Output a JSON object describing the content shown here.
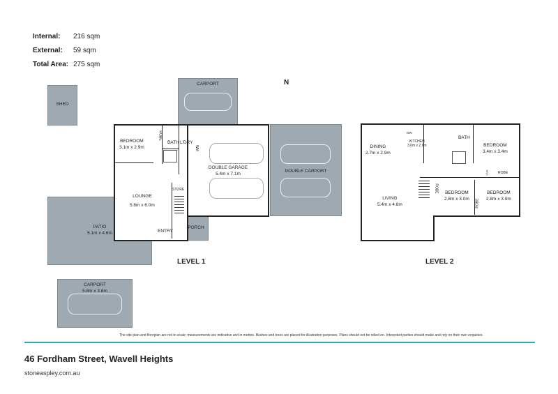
{
  "stats": [
    {
      "label": "Internal:",
      "value": "216 sqm"
    },
    {
      "label": "External:",
      "value": "59 sqm"
    },
    {
      "label": "Total Area:",
      "value": "275 sqm"
    }
  ],
  "north": "N",
  "level1": {
    "title": "LEVEL 1",
    "rooms": {
      "shed": "SHED",
      "carport_top": "CARPORT",
      "bedroom": "BEDROOM",
      "bedroom_size": "3.1m x 2.9m",
      "robe": "ROBE",
      "bath": "BATH",
      "laundry": "L'DRY",
      "wm": "WM",
      "garage": "DOUBLE GARAGE",
      "garage_size": "5.4m x 7.1m",
      "double_carport": "DOUBLE CARPORT",
      "lounge": "LOUNGE",
      "lounge_size": "5.8m x 6.0m",
      "store": "STORE",
      "entry": "ENTRY",
      "porch": "PORCH",
      "patio": "PATIO",
      "patio_size": "5.1m x 4.6m",
      "carport_bottom": "CARPORT",
      "carport_bottom_size": "5.8m x 3.8m"
    }
  },
  "level2": {
    "title": "LEVEL 2",
    "rooms": {
      "dining": "DINING",
      "dining_size": "2.7m x 2.9m",
      "kitchen": "KITCHEN",
      "kitchen_size": "3.0m x 2.9m",
      "dw": "DW",
      "bath": "BATH",
      "bedroom1": "BEDROOM",
      "bedroom1_size": "3.4m x 3.4m",
      "linen": "LNN",
      "robe1": "ROBE",
      "living": "LIVING",
      "living_size": "5.4m x 4.8m",
      "robe2": "ROBE",
      "bedroom2": "BEDROOM",
      "bedroom2_size": "2.8m x 3.0m",
      "robe3": "ROBE",
      "bedroom3": "BEDROOM",
      "bedroom3_size": "2.8m x 3.0m"
    }
  },
  "disclaimer": "The site plan and floorplan are not to scale; measurements are indicative and in metres. Bushes and trees are placed for illustration purposes. Plans should not be relied on. Interested parties should make and rely on their own enquiries.",
  "address": "46 Fordham Street, Wavell Heights",
  "website": "stoneaspley.com.au",
  "colors": {
    "accent": "#2aa7b8",
    "external_area": "#9ea9b1"
  }
}
